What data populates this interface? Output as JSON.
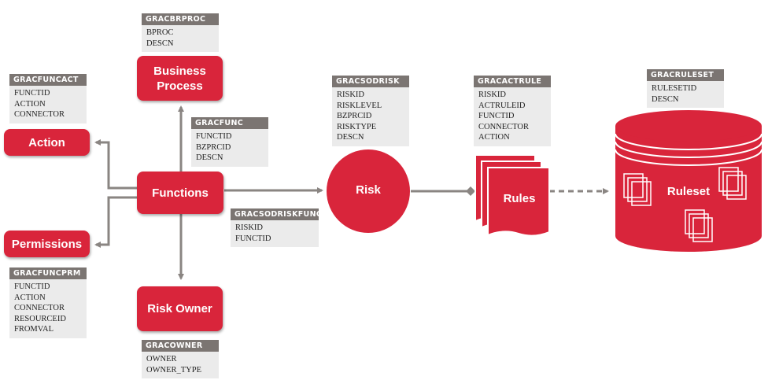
{
  "nodes": {
    "business_process": "Business\nProcess",
    "action": "Action",
    "functions": "Functions",
    "permissions": "Permissions",
    "risk_owner": "Risk Owner",
    "risk": "Risk",
    "rules": "Rules",
    "ruleset": "Ruleset"
  },
  "tables": {
    "gracbrproc": {
      "title": "GRACBRPROC",
      "fields": [
        "BPROC",
        "DESCN"
      ]
    },
    "gracfuncact": {
      "title": "GRACFUNCACT",
      "fields": [
        "FUNCTID",
        "ACTION",
        "CONNECTOR"
      ]
    },
    "gracfunc": {
      "title": "GRACFUNC",
      "fields": [
        "FUNCTID",
        "BZPRCID",
        "DESCN"
      ]
    },
    "gracfuncprm": {
      "title": "GRACFUNCPRM",
      "fields": [
        "FUNCTID",
        "ACTION",
        "CONNECTOR",
        "RESOURCEID",
        "FROMVAL"
      ]
    },
    "gracowner": {
      "title": "GRACOWNER",
      "fields": [
        "OWNER",
        "OWNER_TYPE"
      ]
    },
    "gracsodrisk": {
      "title": "GRACSODRISK",
      "fields": [
        "RISKID",
        "RISKLEVEL",
        "BZPRCID",
        "RISKTYPE",
        "DESCN"
      ]
    },
    "gracsodriskfunc": {
      "title": "GRACSODRISKFUNC",
      "fields": [
        "RISKID",
        "FUNCTID"
      ]
    },
    "gracactrule": {
      "title": "GRACACTRULE",
      "fields": [
        "RISKID",
        "ACTRULEID",
        "FUNCTID",
        "CONNECTOR",
        "ACTION"
      ]
    },
    "gracruleset": {
      "title": "GRACRULESET",
      "fields": [
        "RULESETID",
        "DESCN"
      ]
    }
  },
  "colors": {
    "accent_red": "#d9253b",
    "connector_gray": "#8a8582",
    "table_header": "#7b7572",
    "table_body": "#ebebeb"
  },
  "icons": [
    "document-stack-icon",
    "database-cylinder-icon"
  ]
}
